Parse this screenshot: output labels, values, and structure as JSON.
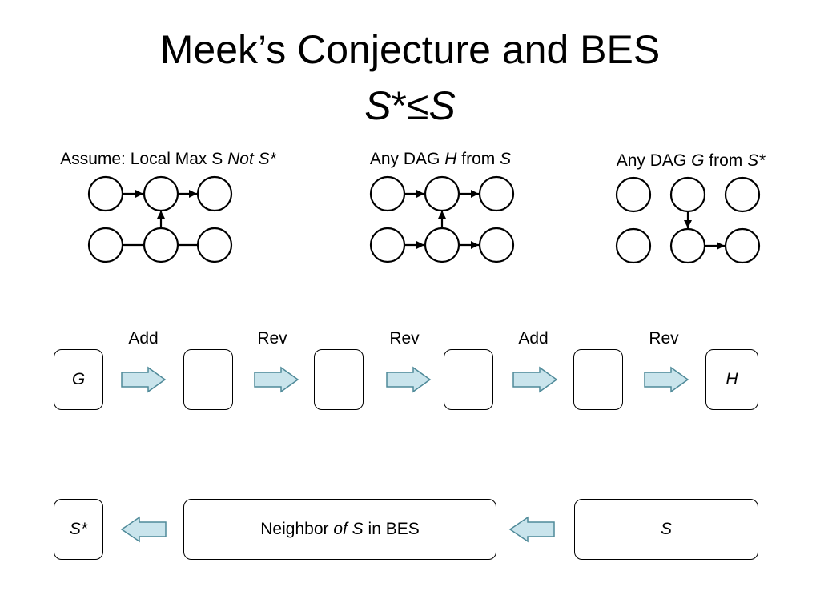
{
  "title": {
    "line1": "Meek’s Conjecture and BES",
    "line2_s": "S",
    "line2_op": "*≤",
    "line2_s2": "S"
  },
  "graphs": [
    {
      "caption_plain": "Assume: Local Max S ",
      "caption_italic": "Not S*",
      "caption_tail": ""
    },
    {
      "caption_plain": "Any DAG ",
      "caption_italic": "H",
      "caption_mid": " from ",
      "caption_tail": "S"
    },
    {
      "caption_plain": "Any DAG ",
      "caption_italic": "G",
      "caption_mid": " from ",
      "caption_tail": "S*"
    }
  ],
  "sequence": {
    "start_label": "G",
    "end_label": "H",
    "steps": [
      "Add",
      "Rev",
      "Rev",
      "Add",
      "Rev"
    ]
  },
  "bottom": {
    "left_label": "S*",
    "middle_plain1": "Neighbor ",
    "middle_italic": "of S",
    "middle_plain2": " in BES",
    "right_label": "S"
  },
  "colors": {
    "arrow_fill": "#c9e4ec",
    "arrow_stroke": "#4f8a99"
  }
}
